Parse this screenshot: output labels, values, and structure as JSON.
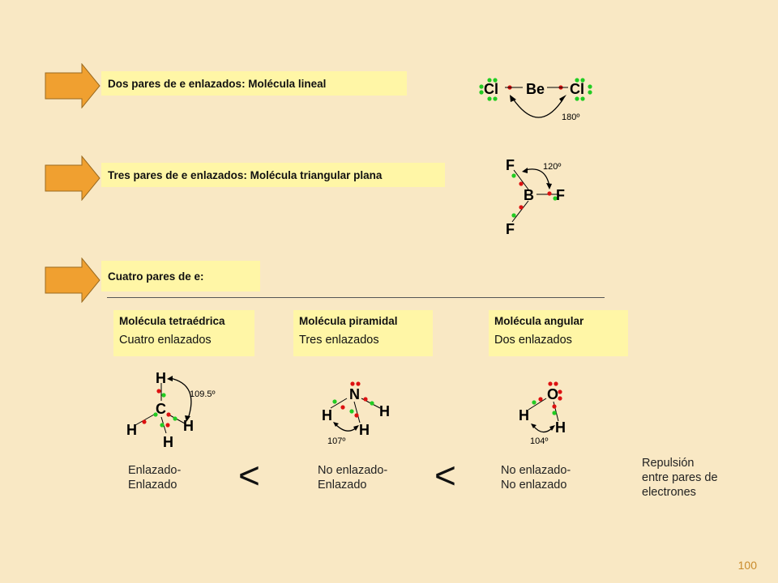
{
  "rows": [
    {
      "label": "Dos pares de e enlazados: Molécula lineal"
    },
    {
      "label": "Tres pares de e enlazados: Molécula triangular plana"
    },
    {
      "label": "Cuatro pares de e:"
    }
  ],
  "types": [
    {
      "title": "Molécula tetraédrica",
      "subtitle": "Cuatro enlazados"
    },
    {
      "title": "Molécula piramidal",
      "subtitle": "Tres enlazados"
    },
    {
      "title": "Molécula angular",
      "subtitle": "Dos enlazados"
    }
  ],
  "linear": {
    "left": "Cl",
    "center": "Be",
    "right": "Cl",
    "angle": "180º"
  },
  "trigonal": {
    "center": "B",
    "top": "F",
    "right": "F",
    "bottom": "F",
    "angle": "120º"
  },
  "tetrahedral": {
    "center": "C",
    "top": "H",
    "left": "H",
    "right": "H",
    "bottom": "H",
    "angle": "109.5º"
  },
  "pyramidal": {
    "center": "N",
    "left": "H",
    "right": "H",
    "bottom": "H",
    "angle": "107º"
  },
  "bent": {
    "center": "O",
    "left": "H",
    "bottom": "H",
    "angle": "104º"
  },
  "captions": {
    "c1": "Enlazado-\nEnlazado",
    "c2": "No enlazado-\nEnlazado",
    "c3": "No enlazado-\nNo enlazado",
    "repulsion": "Repulsión\nentre pares de\nelectrones"
  },
  "comparators": [
    "<",
    "<"
  ],
  "page_number": "100",
  "colors": {
    "arrow": "#f0a030",
    "box": "#fff6a6",
    "background": "#f9e8c4",
    "electron_green": "#22cc22",
    "electron_red": "#dd1111"
  }
}
